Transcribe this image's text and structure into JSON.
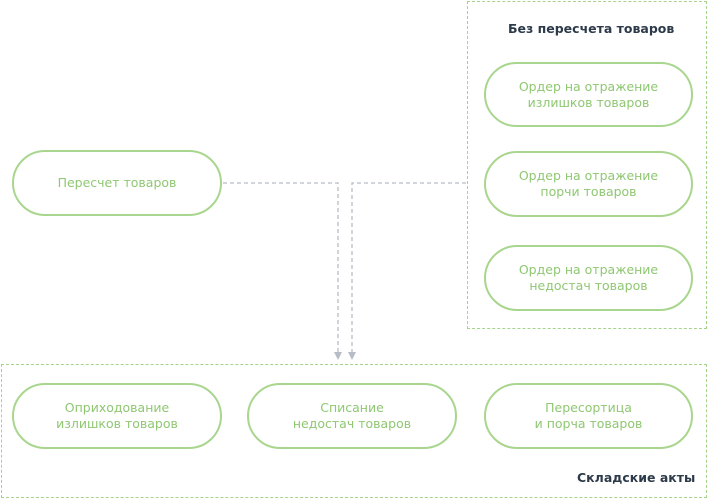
{
  "groups": {
    "right": {
      "label": "Без пересчета товаров"
    },
    "bottom": {
      "label": "Складские акты"
    }
  },
  "nodes": {
    "recount": "Пересчет товаров",
    "order_surplus": "Ордер на отражение\nизлишков товаров",
    "order_damage": "Ордер на отражение\nпорчи товаров",
    "order_shortage": "Ордер на отражение\nнедостач товаров",
    "receipt_surplus": "Оприходование\nизлишков товаров",
    "writeoff_shortage": "Списание\nнедостач товаров",
    "regrade_damage": "Пересортица\nи порча товаров"
  },
  "colors": {
    "node_border": "#a9d68e",
    "node_text": "#8fc772",
    "group_border": "#a6d38c",
    "group_label": "#2d3a4a",
    "connector": "#b7bdc7"
  }
}
